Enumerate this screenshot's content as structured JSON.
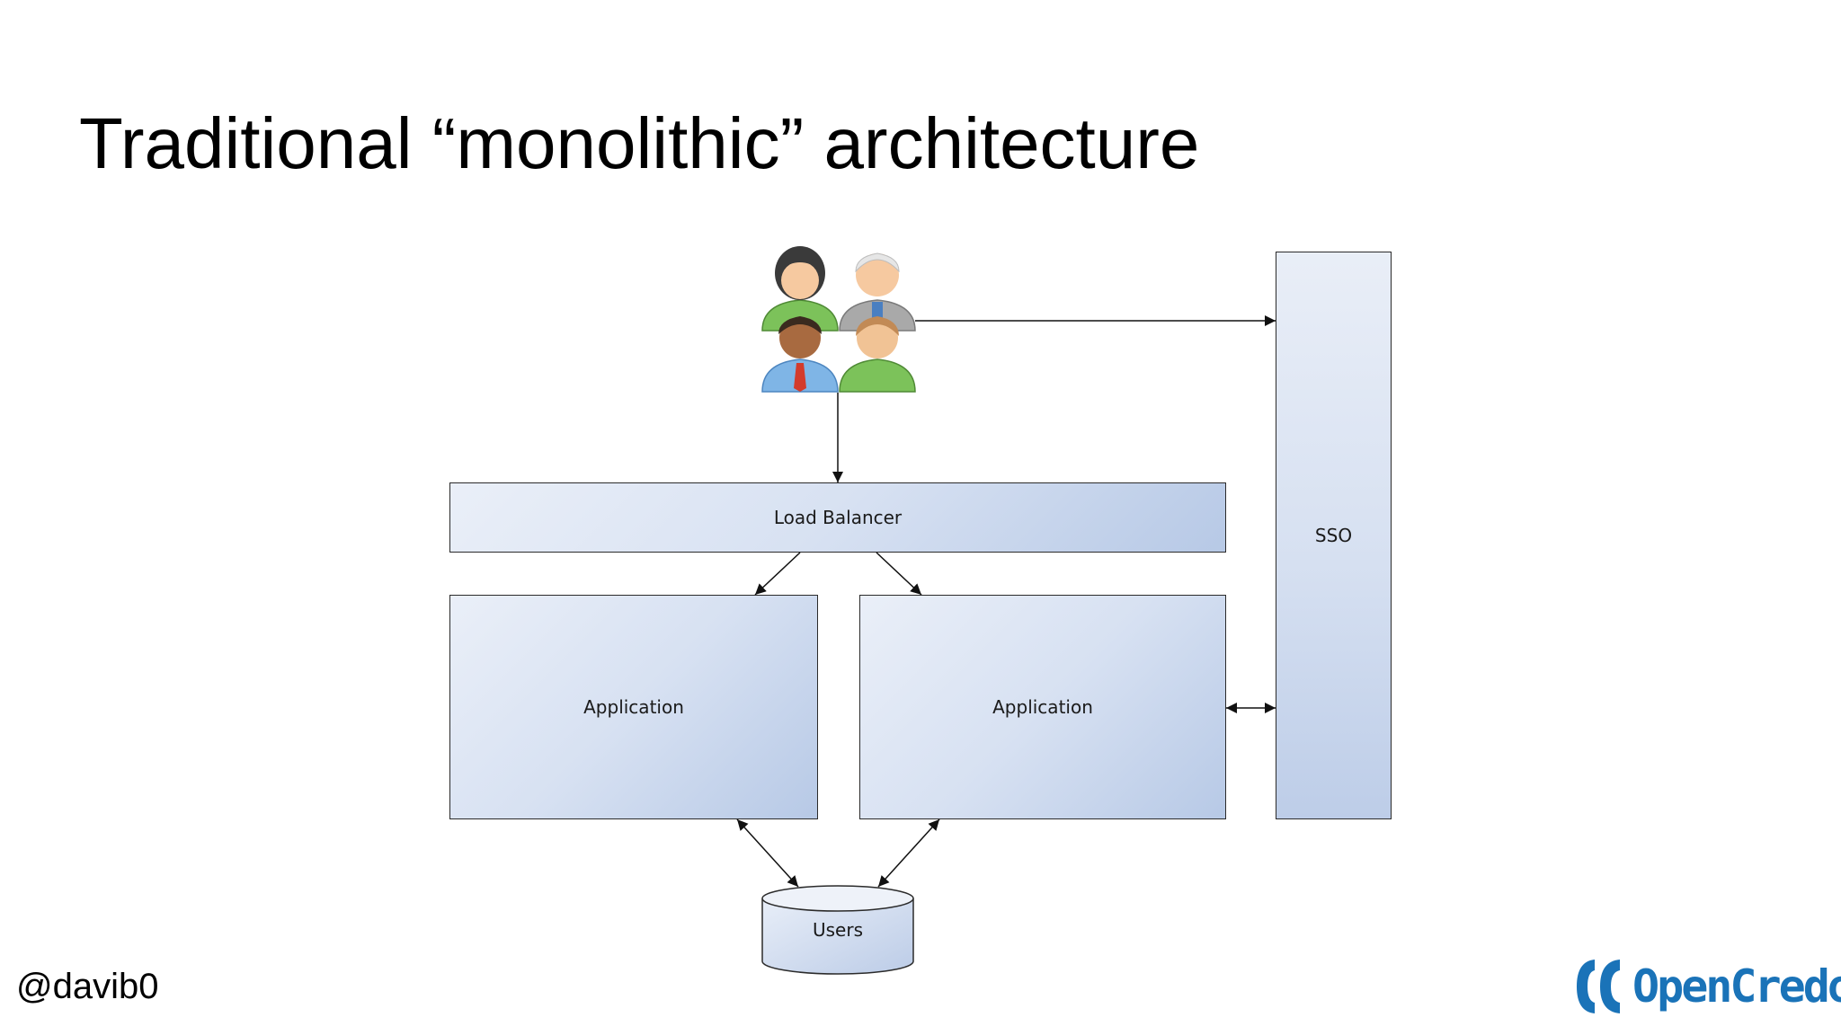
{
  "slide": {
    "title": "Traditional “monolithic” architecture",
    "handle": "@davib0"
  },
  "diagram": {
    "load_balancer": "Load Balancer",
    "application_left": "Application",
    "application_right": "Application",
    "sso": "SSO",
    "users_db": "Users",
    "users_icon": "users-group-icon"
  },
  "brand": {
    "name": "OpenCredo",
    "logo_icon": "opencredo-logo-icon",
    "color": "#1a73b8"
  },
  "colors": {
    "box_fill_light": "#eaeff8",
    "box_fill_dark": "#b7c9e6",
    "line": "#2b2b2b"
  }
}
